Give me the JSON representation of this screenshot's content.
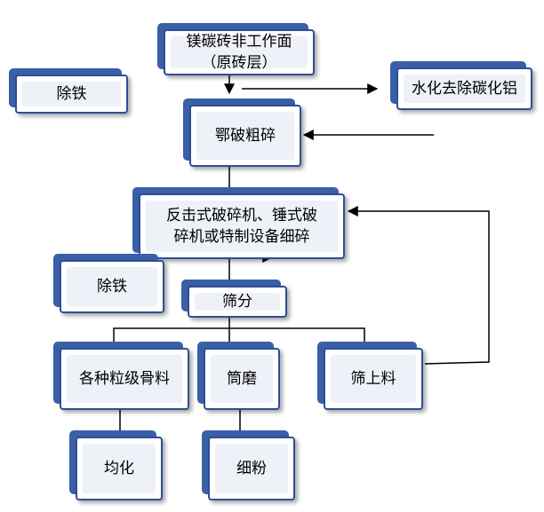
{
  "nodes": {
    "raw_material": "镁碳砖非工作面\n（原砖层）",
    "hydrate": "水化去除碳化铝",
    "remove_iron_top": "除铁",
    "jaw_crush": "鄂破粗碎",
    "fine_crush": "反击式破碎机、锤式破\n碎机或特制设备细碎",
    "remove_iron_mid": "除铁",
    "screening": "筛分",
    "aggregates": "各种粒级骨料",
    "tube_mill": "筒磨",
    "oversize": "筛上料",
    "homogenize": "均化",
    "fine_powder": "细粉"
  },
  "colors": {
    "box_shadow": "#3a5fa8",
    "box_border": "#2d4f96",
    "box_fill": "#eef1f8",
    "line": "#000000"
  }
}
